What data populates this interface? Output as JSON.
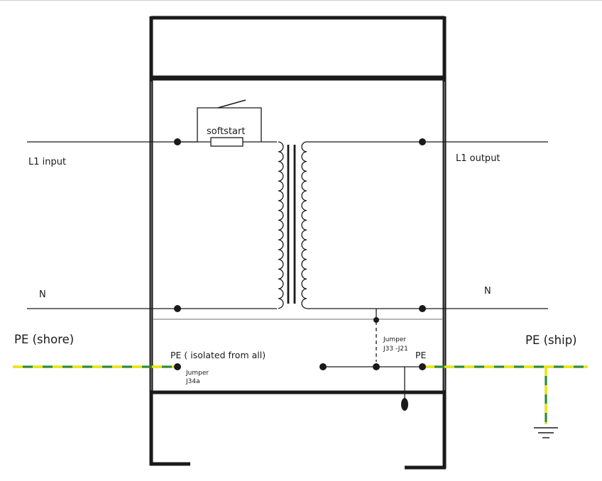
{
  "labels": {
    "softstart": "softstart",
    "l1_input": "L1 input",
    "n_left": "N",
    "l1_output": "L1 output",
    "n_right": "N",
    "pe_shore": "PE (shore)",
    "pe_ship": "PE (ship)",
    "pe_isolated": "PE ( isolated from all)",
    "jumper_j34a_line1": "Jumper",
    "jumper_j34a_line2": "J34a",
    "jumper_j33_line1": "Jumper",
    "jumper_j33_line2": "J33 -J21",
    "pe_right": "PE"
  },
  "colors": {
    "wire": "#1a1a1a",
    "earth_yellow": "#f2e600",
    "earth_green": "#2e8b3a"
  }
}
